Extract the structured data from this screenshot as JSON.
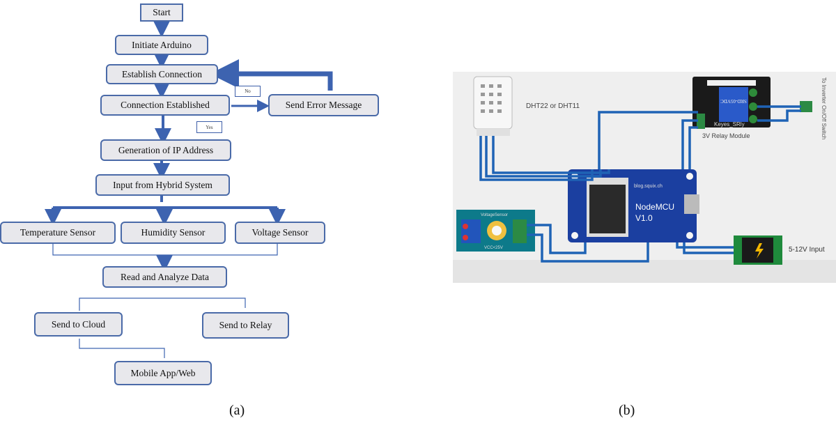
{
  "flowchart": {
    "start": "Start",
    "initiate": "Initiate Arduino",
    "establish": "Establish Connection",
    "established": "Connection Established",
    "error": "Send Error Message",
    "no_label": "No",
    "yes_label": "Yes",
    "ip": "Generation of IP Address",
    "input": "Input from Hybrid System",
    "temp": "Temperature Sensor",
    "humidity": "Humidity Sensor",
    "voltage": "Voltage Sensor",
    "read": "Read and Analyze Data",
    "cloud": "Send to Cloud",
    "relay": "Send to Relay",
    "app": "Mobile App/Web"
  },
  "circuit": {
    "dht_label": "DHT22 or DHT11",
    "relay_label": "3V Relay Module",
    "relay_text": "Keyes_SRly",
    "inverter_label": "To Inverter On/Off Switch",
    "nodemcu_label": "NodeMCU",
    "nodemcu_version": "V1.0",
    "nodemcu_url": "blog.squix.ch",
    "voltage_sensor_label": "VoltageSensor",
    "voltage_sensor_sub": "VCC<25V",
    "input_label": "5-12V Input"
  },
  "captions": {
    "a": "(a)",
    "b": "(b)"
  },
  "colors": {
    "box_border": "#4a6aa8",
    "arrow": "#3d63b0",
    "wire": "#1f63b5",
    "board": "#1b3fa0"
  }
}
